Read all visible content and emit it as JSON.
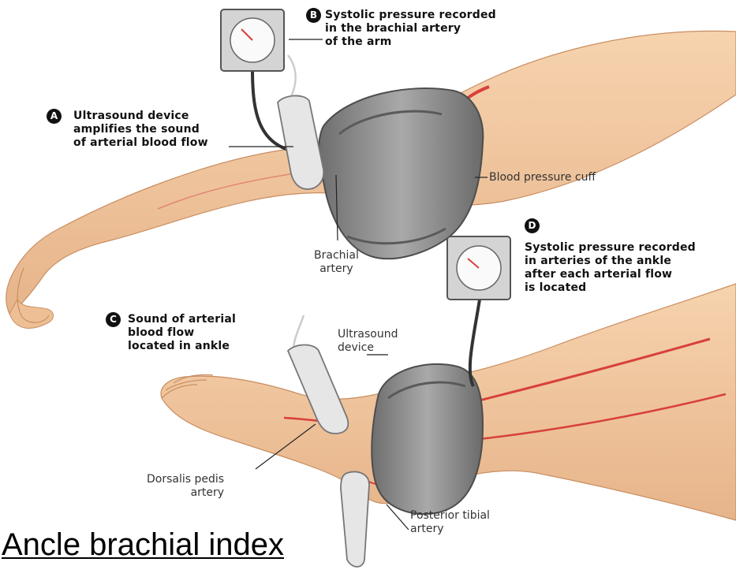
{
  "labels": {
    "a_badge": "A",
    "a_text": "Ultrasound device\namplifies the sound\nof arterial blood flow",
    "b_badge": "B",
    "b_text": "Systolic pressure recorded\nin the brachial artery\nof the arm",
    "c_badge": "C",
    "c_text": "Sound of arterial\nblood flow\nlocated in ankle",
    "d_badge": "D",
    "d_text": "Systolic pressure recorded\nin arteries of the ankle\nafter each arterial flow\nis located",
    "cuff": "Blood pressure cuff",
    "brachial": "Brachial\nartery",
    "ultrasound_device": "Ultrasound\ndevice",
    "dorsalis": "Dorsalis pedis\nartery",
    "posterior": "Posterior tibial\nartery"
  },
  "caption": "Ancle brachial index",
  "colors": {
    "skin": "#f2c9a0",
    "skin_shadow": "#d9a47a",
    "artery": "#d8403a",
    "cuff": "#8c8c8c",
    "cuff_dark": "#5e5e5e",
    "device": "#e6e6e6",
    "gauge_box": "#d4d4d4"
  }
}
